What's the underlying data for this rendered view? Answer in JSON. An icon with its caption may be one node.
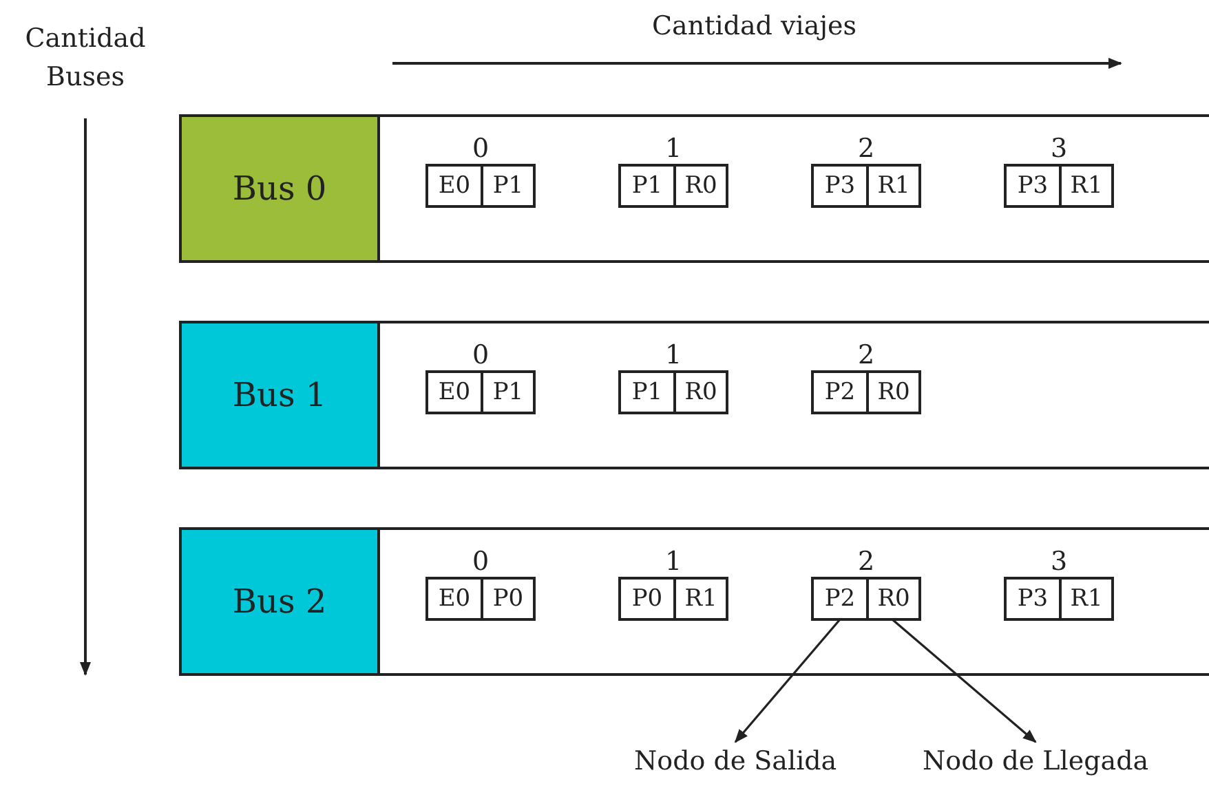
{
  "diagram": {
    "nodes": [
      {
        "text": [],
        "shape": "box"
      },
      {
        "text": [
          "Bus 0"
        ],
        "in": 0
      },
      {
        "text": [
          "0"
        ],
        "in": 0
      },
      {
        "text": [
          "E0"
        ],
        "in": 2
      },
      {
        "text": [
          "P1"
        ],
        "in": 2
      },
      {
        "text": [
          "1"
        ],
        "in": 0
      },
      {
        "text": [
          "P1"
        ],
        "in": 5
      },
      {
        "text": [
          "R0"
        ],
        "in": 5
      },
      {
        "text": [
          "2"
        ],
        "in": 0
      },
      {
        "text": [
          "P3"
        ],
        "in": 8
      },
      {
        "text": [
          "R1"
        ],
        "in": 8
      },
      {
        "text": [
          "3"
        ],
        "in": 0
      },
      {
        "text": [
          "P3"
        ],
        "in": 11
      },
      {
        "text": [
          "R1"
        ],
        "in": 11
      },
      {
        "text": [],
        "shape": "box"
      },
      {
        "text": [
          "Bus 1"
        ],
        "in": 14
      },
      {
        "text": [
          "0"
        ],
        "in": 14
      },
      {
        "text": [
          "E0"
        ],
        "in": 16
      },
      {
        "text": [
          "P1"
        ],
        "in": 16
      },
      {
        "text": [
          "1"
        ],
        "in": 14
      },
      {
        "text": [
          "P1"
        ],
        "in": 19
      },
      {
        "text": [
          "R0"
        ],
        "in": 19
      },
      {
        "text": [
          "2"
        ],
        "in": 14
      },
      {
        "text": [
          "P2"
        ],
        "in": 22
      },
      {
        "text": [
          "R0"
        ],
        "in": 22
      },
      {
        "text": [],
        "shape": "box"
      },
      {
        "text": [
          "Bus 2"
        ],
        "in": 25
      },
      {
        "text": [
          "0"
        ],
        "in": 25
      },
      {
        "text": [
          "E0"
        ],
        "in": 27
      },
      {
        "text": [
          "P0"
        ],
        "in": 27
      },
      {
        "text": [
          "1"
        ],
        "in": 25
      },
      {
        "text": [
          "P0"
        ],
        "in": 30
      },
      {
        "text": [
          "R1"
        ],
        "in": 30
      },
      {
        "text": [
          "2"
        ],
        "in": 25
      },
      {
        "text": [
          "P2"
        ],
        "in": 33
      },
      {
        "text": [
          "R0"
        ],
        "in": 33
      },
      {
        "text": [
          "3"
        ],
        "in": 25
      },
      {
        "text": [
          "P3"
        ],
        "in": 36
      },
      {
        "text": [
          "R1"
        ],
        "in": 36
      },
      {
        "text": [
          "Nodo de Salida"
        ]
      },
      {
        "text": [
          "Nodo de Llegada"
        ]
      }
    ],
    "edges": [
      {
        "from": 34,
        "to": 39,
        "arrow": "to"
      },
      {
        "from": 35,
        "to": 40,
        "arrow": "to"
      }
    ],
    "labels": [
      "Cantidad Buses",
      "Cantidad viajes"
    ]
  }
}
